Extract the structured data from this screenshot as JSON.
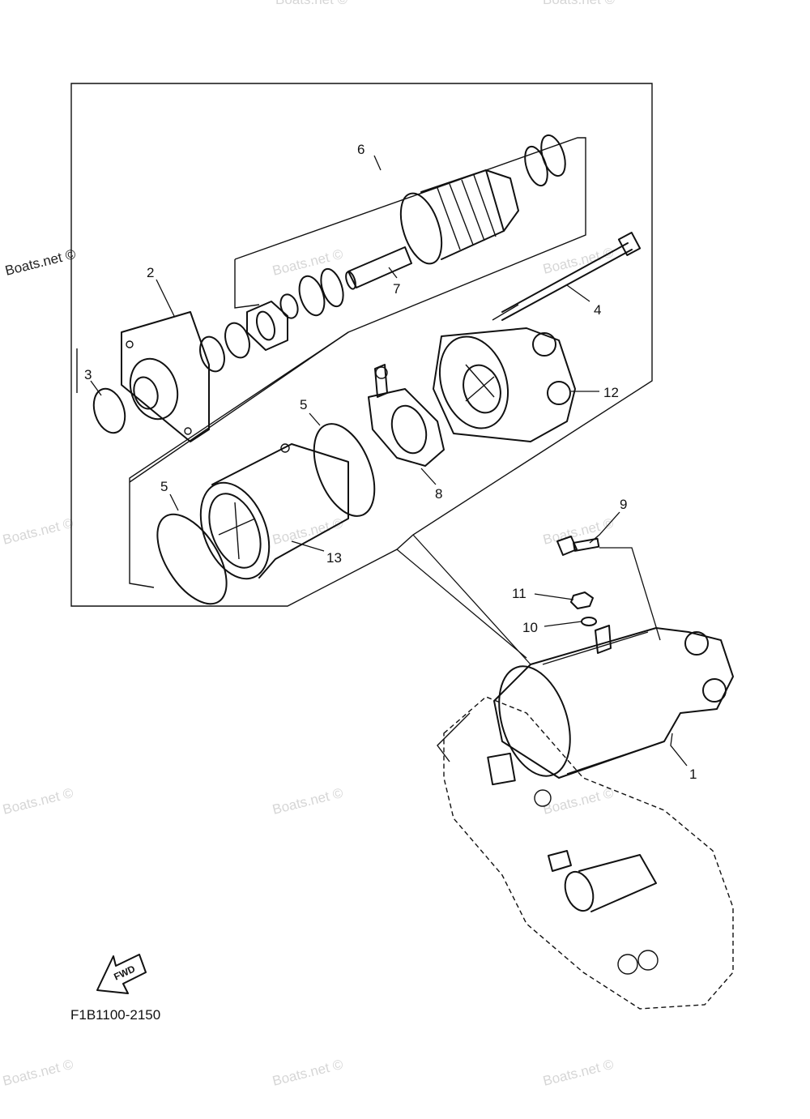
{
  "diagram": {
    "code": "F1B1100-2150",
    "fwd_label": "FWD",
    "watermark_dark": "Boats.net ©",
    "watermark": "Boats.net ©",
    "callouts": {
      "c1": "1",
      "c2": "2",
      "c3": "3",
      "c4": "4",
      "c5a": "5",
      "c5b": "5",
      "c6": "6",
      "c7": "7",
      "c8": "8",
      "c9": "9",
      "c10": "10",
      "c11": "11",
      "c12": "12",
      "c13": "13"
    }
  }
}
